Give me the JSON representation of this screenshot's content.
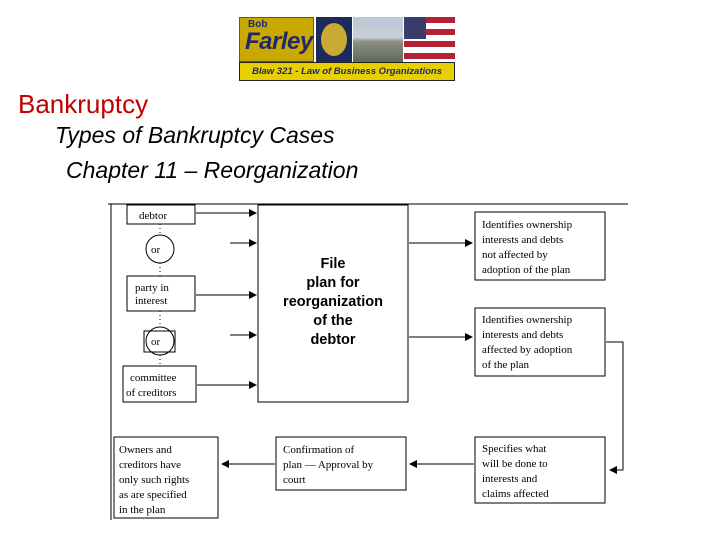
{
  "banner": {
    "first_name": "Bob",
    "last_name": "Farley",
    "course": "Blaw 321 - Law of Business Organizations"
  },
  "slide": {
    "title": "Bankruptcy",
    "subtitle": "Types of Bankruptcy Cases",
    "chapter": "Chapter 11 – Reorganization"
  },
  "diagram": {
    "filers": {
      "debtor": "debtor",
      "or": "or",
      "party_line1": "party in",
      "party_line2": "interest",
      "committee_line1": "committee",
      "committee_line2": "of creditors"
    },
    "file_plan": [
      "File",
      "plan for",
      "reorganization",
      "of the",
      "debtor"
    ],
    "identifies_not_affected": [
      "Identifies ownership",
      "interests and debts",
      "not affected by",
      "adoption of the plan"
    ],
    "identifies_affected": [
      "Identifies ownership",
      "interests and debts",
      "affected by adoption",
      "of the plan"
    ],
    "specifies": [
      "Specifies what",
      "will be done to",
      "interests and",
      "claims affected"
    ],
    "confirmation": [
      "Confirmation of",
      "plan — Approval by",
      "court"
    ],
    "owners": [
      "Owners and",
      "creditors have",
      "only such rights",
      "as are specified",
      "in the plan"
    ]
  }
}
